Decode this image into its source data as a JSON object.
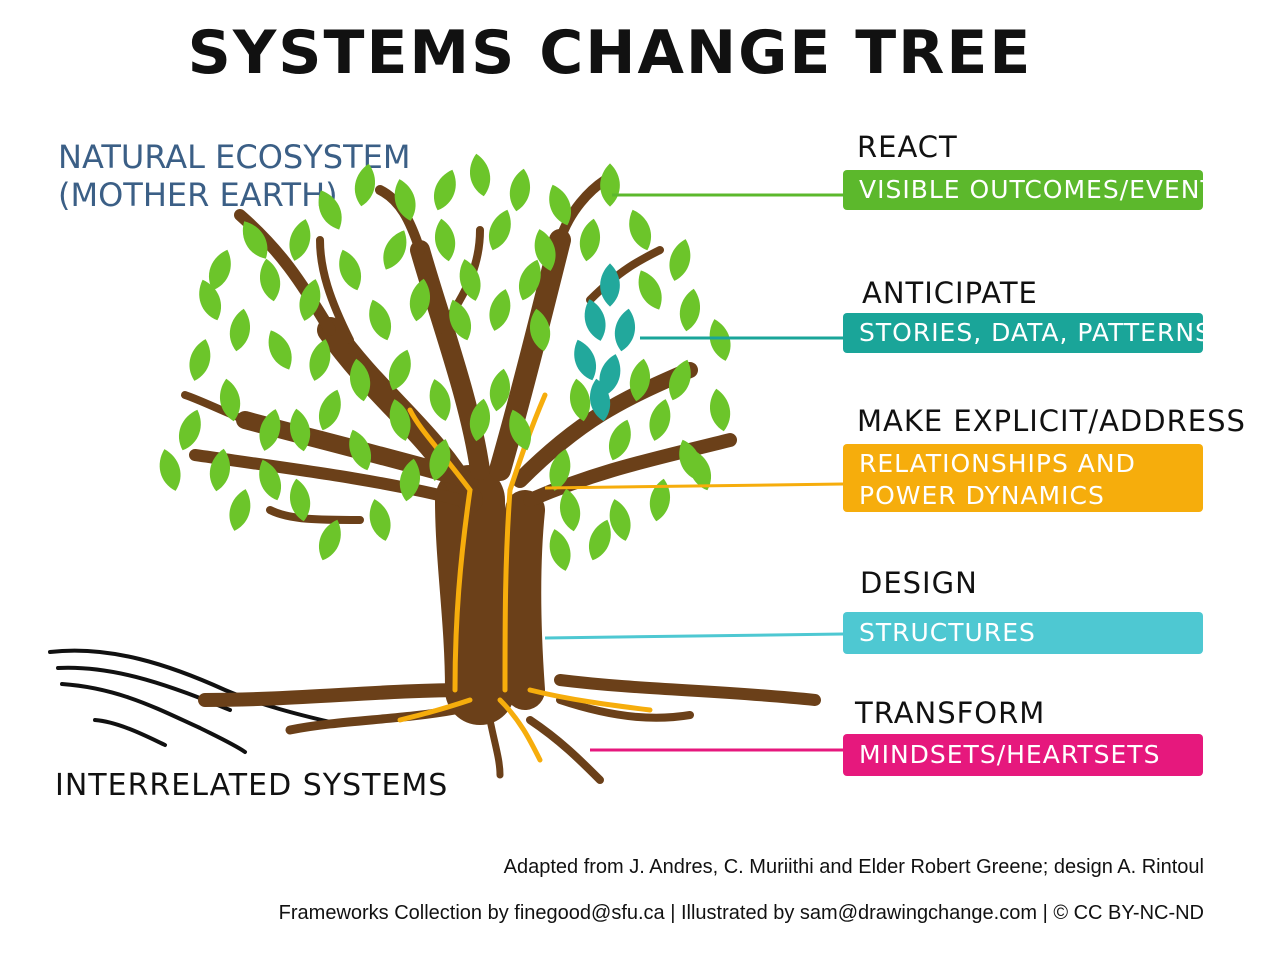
{
  "title": "SYSTEMS CHANGE TREE",
  "ecosystem_label": {
    "line1": "NATURAL ECOSYSTEM",
    "line2": "(MOTHER EARTH)"
  },
  "interrelated_label": "INTERRELATED SYSTEMS",
  "levels": [
    {
      "heading": "REACT",
      "label": "VISIBLE OUTCOMES/EVENTS",
      "color": "#5cb82c"
    },
    {
      "heading": "ANTICIPATE",
      "label": "STORIES, DATA, PATTERNS",
      "color": "#1aa599"
    },
    {
      "heading": "MAKE EXPLICIT/ADDRESS",
      "label_line1": "RELATIONSHIPS AND",
      "label_line2": "POWER DYNAMICS",
      "color": "#f6ad0c"
    },
    {
      "heading": "DESIGN",
      "label": "STRUCTURES",
      "color": "#4ec8d2"
    },
    {
      "heading": "TRANSFORM",
      "label": "MINDSETS/HEARTSETS",
      "color": "#e6187d"
    }
  ],
  "colors": {
    "leaf": "#6cc52a",
    "leaf_teal": "#22a89c",
    "trunk": "#6b4019",
    "highlight": "#f6ad0c",
    "text_blue": "#3b5f86"
  },
  "credits": {
    "line1": "Adapted from J. Andres, C. Muriithi and Elder Robert Greene; design A. Rintoul",
    "line2": "Frameworks Collection by finegood@sfu.ca | Illustrated by sam@drawingchange.com | © CC BY-NC-ND"
  }
}
